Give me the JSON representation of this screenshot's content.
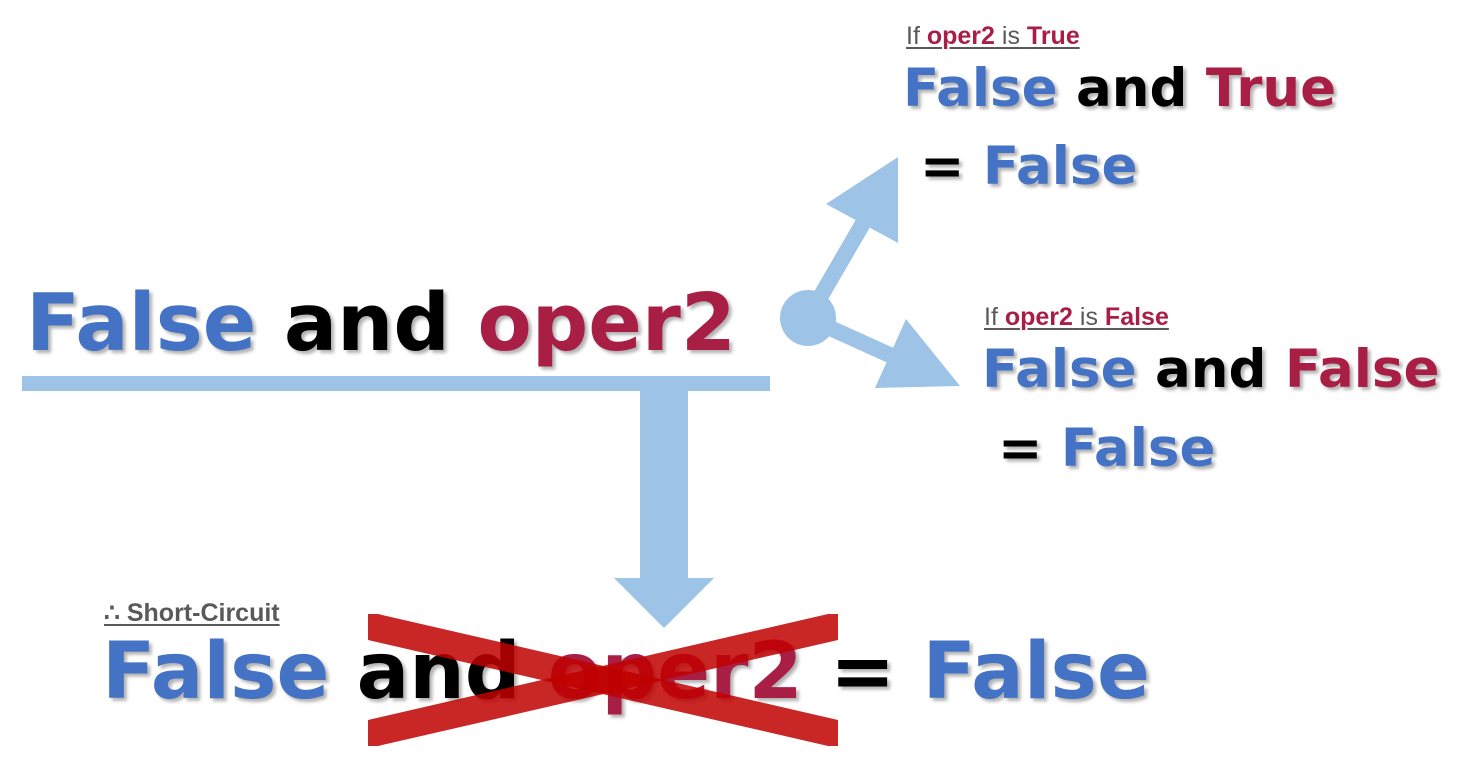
{
  "main_expression": {
    "left": "False",
    "op": "and",
    "right": "oper2"
  },
  "branch_true": {
    "caption": {
      "prefix": "If",
      "var": "oper2",
      "mid": "is",
      "value": "True"
    },
    "expression": {
      "left": "False",
      "op": "and",
      "right": "True"
    },
    "result": {
      "eq": "=",
      "value": "False"
    }
  },
  "branch_false": {
    "caption": {
      "prefix": "If",
      "var": "oper2",
      "mid": "is",
      "value": "False"
    },
    "expression": {
      "left": "False",
      "op": "and",
      "right": "False"
    },
    "result": {
      "eq": "=",
      "value": "False"
    }
  },
  "conclusion": {
    "caption": "∴ Short-Circuit",
    "left": "False",
    "op": "and",
    "right": "oper2",
    "eq": "=",
    "result": "False"
  },
  "colors": {
    "bool_blue": "#4472C4",
    "operand_red": "#A91E45",
    "arrow_light_blue": "#9DC3E6",
    "cross_red": "#C00000"
  }
}
